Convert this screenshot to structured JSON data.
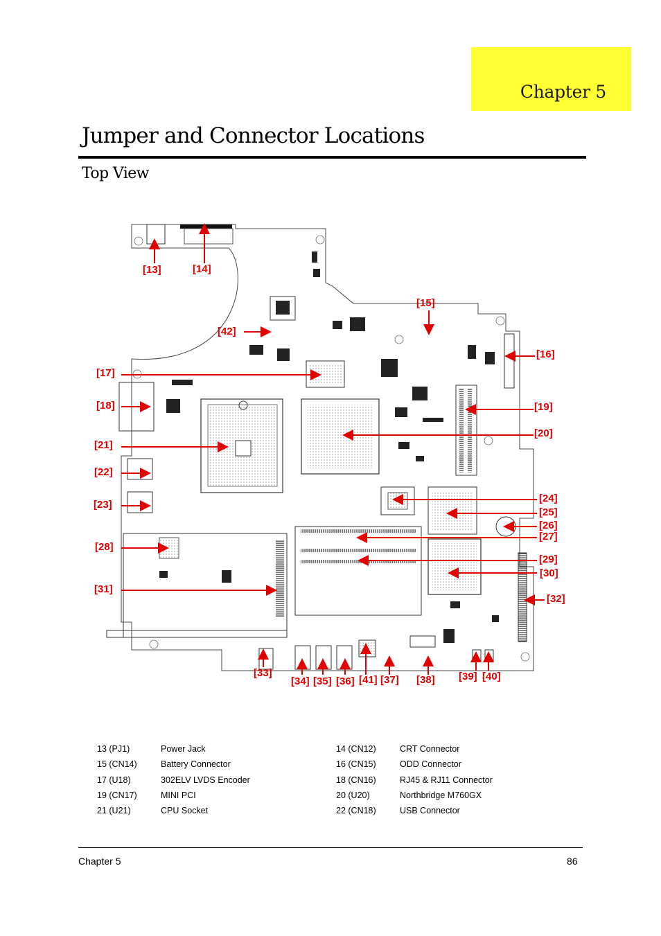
{
  "chapter_tab": {
    "label": "Chapter 5",
    "color": "#ffff33"
  },
  "page_title": "Jumper and Connector Locations",
  "section_title": "Top View",
  "figure": {
    "accent_color": "#e00000",
    "callouts": [
      {
        "id": "13",
        "label": "[13]"
      },
      {
        "id": "14",
        "label": "[14]"
      },
      {
        "id": "15",
        "label": "[15]"
      },
      {
        "id": "16",
        "label": "[16]"
      },
      {
        "id": "17",
        "label": "[17]"
      },
      {
        "id": "18",
        "label": "[18]"
      },
      {
        "id": "19",
        "label": "[19]"
      },
      {
        "id": "20",
        "label": "[20]"
      },
      {
        "id": "21",
        "label": "[21]"
      },
      {
        "id": "22",
        "label": "[22]"
      },
      {
        "id": "23",
        "label": "[23]"
      },
      {
        "id": "24",
        "label": "[24]"
      },
      {
        "id": "25",
        "label": "[25]"
      },
      {
        "id": "26",
        "label": "[26]"
      },
      {
        "id": "27",
        "label": "[27]"
      },
      {
        "id": "28",
        "label": "[28]"
      },
      {
        "id": "29",
        "label": "[29]"
      },
      {
        "id": "30",
        "label": "[30]"
      },
      {
        "id": "31",
        "label": "[31]"
      },
      {
        "id": "32",
        "label": "[32]"
      },
      {
        "id": "33",
        "label": "[33]"
      },
      {
        "id": "34",
        "label": "[34]"
      },
      {
        "id": "35",
        "label": "[35]"
      },
      {
        "id": "36",
        "label": "[36]"
      },
      {
        "id": "37",
        "label": "[37]"
      },
      {
        "id": "38",
        "label": "[38]"
      },
      {
        "id": "39",
        "label": "[39]"
      },
      {
        "id": "40",
        "label": "[40]"
      },
      {
        "id": "41",
        "label": "[41]"
      },
      {
        "id": "42",
        "label": "[42]"
      }
    ]
  },
  "legend": [
    {
      "ref1": "13 (PJ1)",
      "name1": "Power Jack",
      "ref2": "14 (CN12)",
      "name2": "CRT Connector"
    },
    {
      "ref1": "15 (CN14)",
      "name1": "Battery Connector",
      "ref2": "16 (CN15)",
      "name2": "ODD Connector"
    },
    {
      "ref1": "17 (U18)",
      "name1": "302ELV LVDS Encoder",
      "ref2": "18 (CN16)",
      "name2": "RJ45 & RJ11 Connector"
    },
    {
      "ref1": "19 (CN17)",
      "name1": "MINI PCI",
      "ref2": "20 (U20)",
      "name2": "Northbridge M760GX"
    },
    {
      "ref1": "21 (U21)",
      "name1": "CPU Socket",
      "ref2": "22 (CN18)",
      "name2": "USB Connector"
    }
  ],
  "footer": {
    "left": "Chapter 5",
    "right": "86"
  }
}
